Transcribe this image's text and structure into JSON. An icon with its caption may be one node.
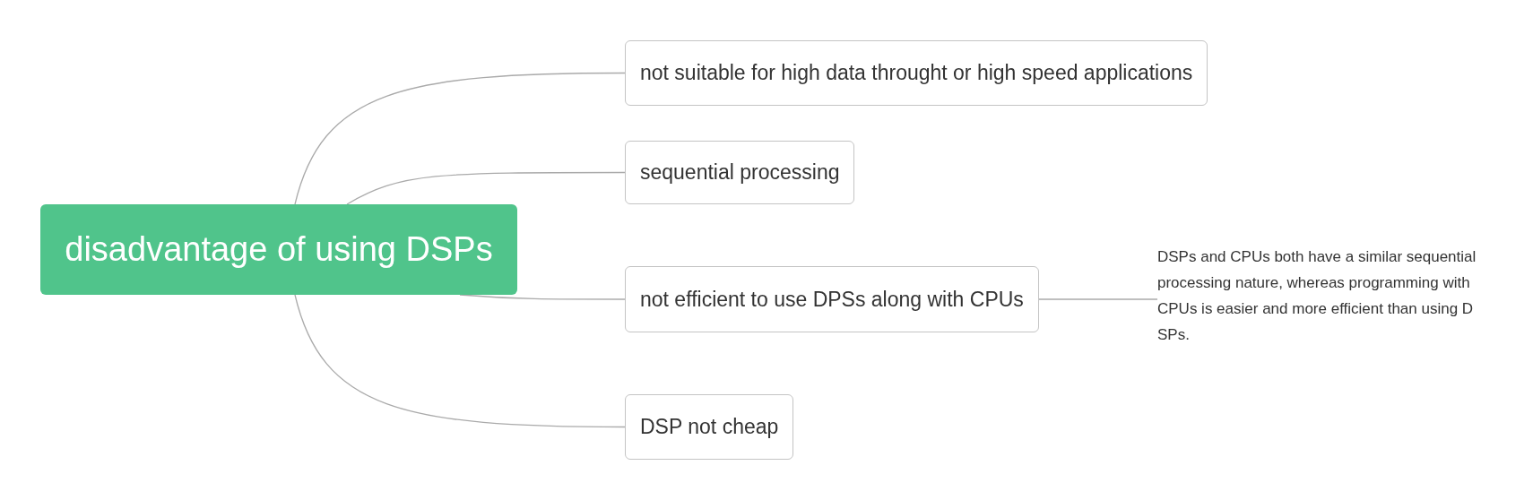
{
  "diagram": {
    "nodes": [
      {
        "text": [
          "disadvantage of using DSPs"
        ]
      },
      {
        "text": [
          "not suitable for high data throught or high speed applications"
        ]
      },
      {
        "text": [
          "sequential processing"
        ]
      },
      {
        "text": [
          "not efficient to use DPSs along with CPUs"
        ]
      },
      {
        "text": [
          "DSP not cheap"
        ]
      },
      {
        "text": [
          "DSPs and CPUs both have a similar sequential processing nature, whereas programming with CPUs is easier and more efficient than using DSPs."
        ]
      }
    ],
    "edges": [
      {
        "from": 0,
        "to": 1,
        "arrow": "none"
      },
      {
        "from": 0,
        "to": 2,
        "arrow": "none"
      },
      {
        "from": 0,
        "to": 3,
        "arrow": "none"
      },
      {
        "from": 0,
        "to": 4,
        "arrow": "none"
      },
      {
        "from": 3,
        "to": 5,
        "arrow": "none"
      }
    ]
  }
}
